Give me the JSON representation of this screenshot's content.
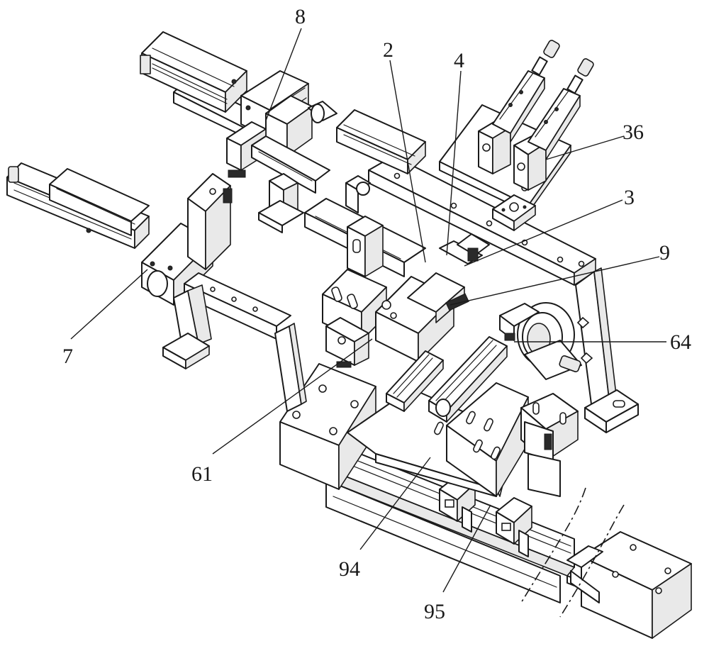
{
  "figure": {
    "labels": [
      {
        "id": "label-8",
        "text": "8"
      },
      {
        "id": "label-2",
        "text": "2"
      },
      {
        "id": "label-4",
        "text": "4"
      },
      {
        "id": "label-36",
        "text": "36"
      },
      {
        "id": "label-3",
        "text": "3"
      },
      {
        "id": "label-9",
        "text": "9"
      },
      {
        "id": "label-64",
        "text": "64"
      },
      {
        "id": "label-7",
        "text": "7"
      },
      {
        "id": "label-61",
        "text": "61"
      },
      {
        "id": "label-94",
        "text": "94"
      },
      {
        "id": "label-95",
        "text": "95"
      }
    ]
  }
}
